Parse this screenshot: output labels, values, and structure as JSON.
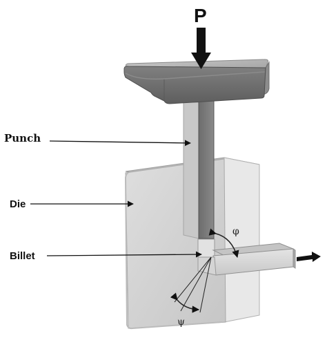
{
  "labels": {
    "load": "P",
    "punch": "Punch",
    "die": "Die",
    "billet": "Billet",
    "phi": "φ",
    "psi": "ψ"
  },
  "colors": {
    "plate_top": "#b8b8b8",
    "plate_front": "#6f6f6f",
    "plate_right": "#8a8a8a",
    "punch_front": "#777777",
    "punch_side": "#c9c9c9",
    "die_front": "#d2d2d2",
    "die_side": "#e6e6e6",
    "die_top": "#bdbdbd",
    "billet": "#d8d8d8",
    "arrow": "#111111"
  }
}
